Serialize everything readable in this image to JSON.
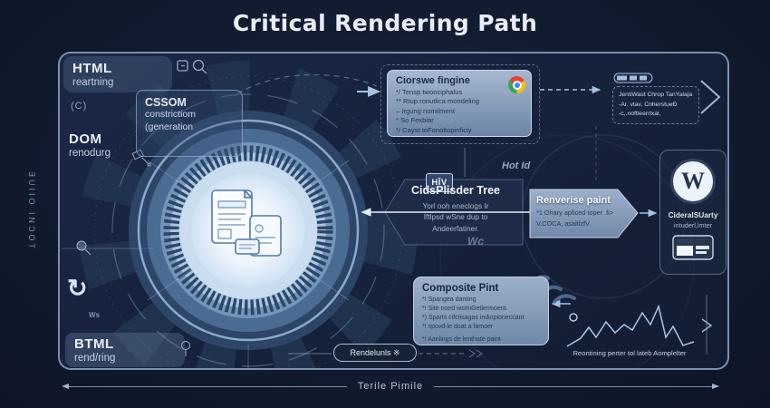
{
  "title": "Critical Rendering Path",
  "axes": {
    "left": "ƎUIIO INƆOT",
    "bottom": "Terile Pimile"
  },
  "stages": {
    "html_parsing": {
      "title": "HTML",
      "subtitle": "reartning"
    },
    "dom": {
      "title": "DOM",
      "subtitle": "renodurg"
    },
    "cssom": {
      "line1": "CSSOM",
      "line2": "constrictiom",
      "line3": "(generation"
    },
    "btml": {
      "title": "BTML",
      "subtitle": "rend/ring"
    }
  },
  "chrome_engine": {
    "title": "Ciorswe fingine",
    "bullets": [
      "*/ Tensp twonciphalus",
      "** Rtup ronutlica mondeling",
      "–  Irgung nomilment",
      "*  So Fexbiar",
      "*/ Cayst toFonoltopinficly"
    ]
  },
  "fetch_box": {
    "lines": [
      "JentiWast Chrop TanYalaja",
      "-Ar.  vtav,  CnherstueÐ",
      "-c,.noftleerrlxal,"
    ]
  },
  "render_tree": {
    "badge": "HĪV",
    "title": "CidsPlisder Tree",
    "body": [
      "Yorl ooh eneclogs Ir",
      "Iftlpsd wSne dup to",
      "Andeerfatiner."
    ]
  },
  "reverse_paint": {
    "note": "Hot Id",
    "title": "Renverise paint",
    "lines": [
      "*1 Ohary apficed toper .fi>",
      "V.COCA, asaltlzfV"
    ]
  },
  "wordpress_panel": {
    "letter": "W",
    "title": "CideralSUarty",
    "subtitle": "intuderl,lmter"
  },
  "composite_paint": {
    "title": "Composite Pint",
    "bullets": [
      "*! Spangea danting",
      "*! Site noed wsmiGetlermoent.",
      "*) Sparts cifctisagas indinpioneccant",
      "*! spovd-le doat a famoer"
    ],
    "footer": "*! Aanlings de lenthate paint"
  },
  "timeline": {
    "pill": "Rendelunls ※",
    "spark_caption": "Reontining perter tol lateb Aomplelter"
  },
  "decor": {
    "wc": "Wc",
    "ws": "Ws",
    "copyright": "(C)",
    "refresh": "↻"
  },
  "colors": {
    "background": "#0f1828",
    "frame_border": "#8296b4",
    "accent": "#9db4d6",
    "core": "#edf5fd",
    "banner": "#1d2b46",
    "slate_box": "#8fa5c1",
    "chrome_red": "#ea4335",
    "chrome_yellow": "#fbbc05",
    "chrome_green": "#34a853",
    "chrome_blue": "#4285f4"
  }
}
